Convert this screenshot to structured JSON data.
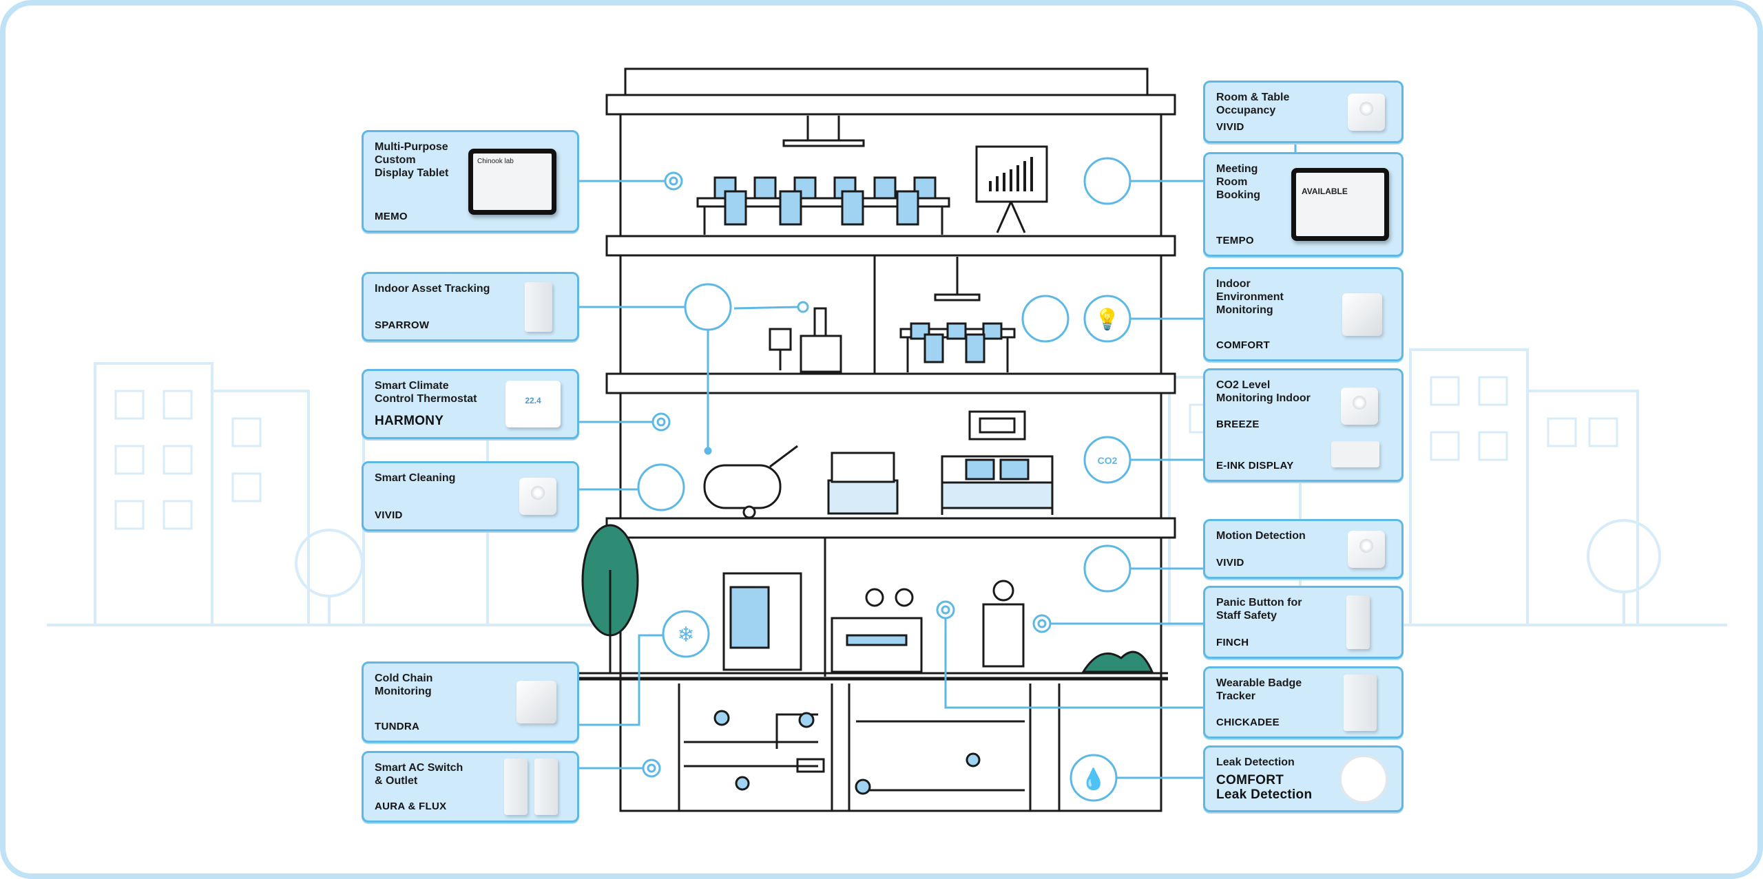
{
  "colors": {
    "accent": "#5db8e6",
    "card_bg": "#cfeafb",
    "tree": "#2e8b74",
    "line": "#1a1a1a"
  },
  "left_cards": [
    {
      "label": "Multi-Purpose\nCustom\nDisplay Tablet",
      "brand": "MEMO",
      "device": "tablet-icon",
      "screen_text": "Chinook lab"
    },
    {
      "label": "Indoor Asset Tracking",
      "brand": "SPARROW",
      "device": "tag-icon"
    },
    {
      "label": "Smart Climate\nControl Thermostat",
      "brand": "HARMONY",
      "device": "thermostat-icon",
      "screen_text": "22.4"
    },
    {
      "label": "Smart Cleaning",
      "brand": "VIVID",
      "device": "sensor-icon"
    },
    {
      "label": "Cold Chain\nMonitoring",
      "brand": "TUNDRA",
      "device": "cube-icon"
    },
    {
      "label": "Smart AC Switch\n& Outlet",
      "brand": "AURA & FLUX",
      "device": "switch-icon"
    }
  ],
  "right_cards": [
    {
      "label": "Room & Table\nOccupancy",
      "brand": "VIVID",
      "device": "sensor-icon"
    },
    {
      "label": "Meeting\nRoom\nBooking",
      "brand": "TEMPO",
      "device": "tablet-icon",
      "screen_text": "AVAILABLE"
    },
    {
      "label": "Indoor\nEnvironment\nMonitoring",
      "brand": "COMFORT",
      "device": "cube-icon"
    },
    {
      "label": "CO2 Level\nMonitoring Indoor",
      "brand": "BREEZE",
      "brand2": "E-INK DISPLAY",
      "device": "sensor-icon"
    },
    {
      "label": "Motion Detection",
      "brand": "VIVID",
      "device": "sensor-icon"
    },
    {
      "label": "Panic Button for\nStaff Safety",
      "brand": "FINCH",
      "device": "tag-icon"
    },
    {
      "label": "Wearable Badge\nTracker",
      "brand": "CHICKADEE",
      "device": "tag-icon"
    },
    {
      "label": "Leak Detection",
      "brand": "COMFORT\nLeak Detection",
      "device": "sensor-icon"
    }
  ]
}
